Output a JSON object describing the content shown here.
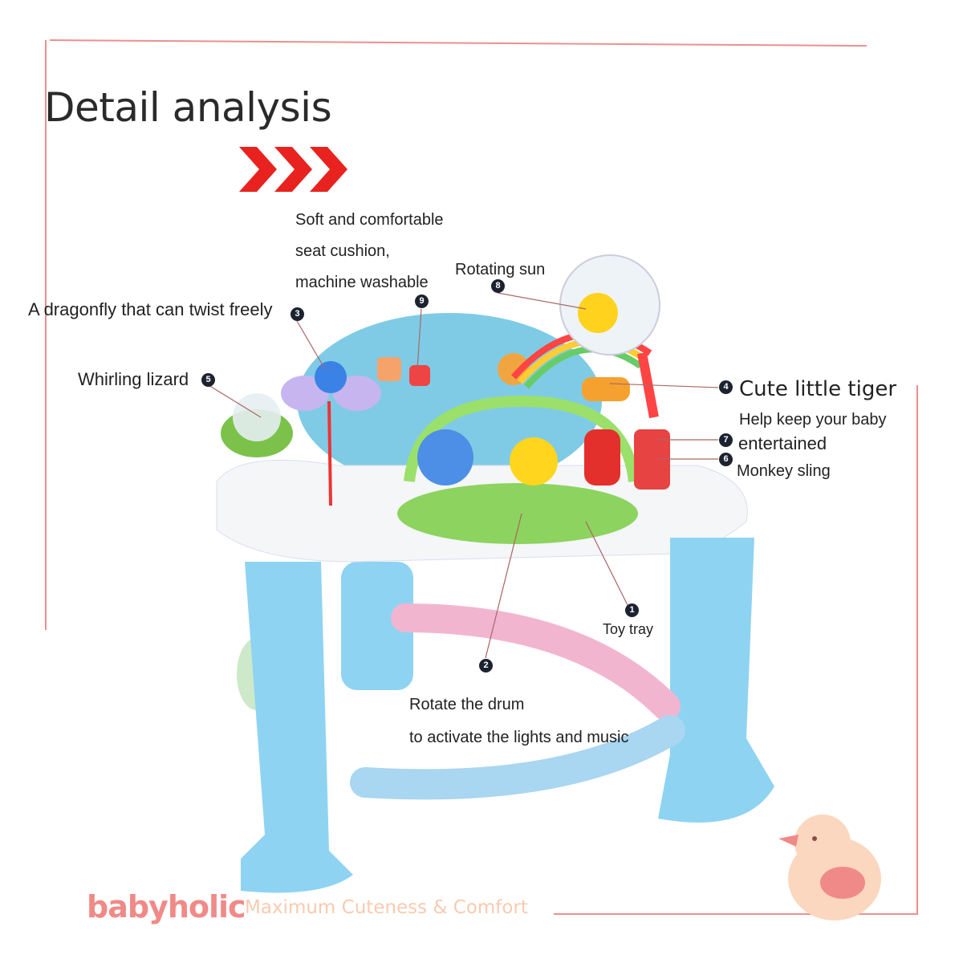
{
  "title": "Detail analysis",
  "labels": {
    "seat_cushion": [
      "Soft and comfortable",
      "seat cushion,",
      "machine washable"
    ],
    "rotating_sun": "Rotating sun",
    "dragonfly": "A dragonfly that can twist freely",
    "lizard": "Whirling lizard",
    "tiger": "Cute little tiger",
    "help": "Help keep your baby",
    "entertained": "entertained",
    "monkey": "Monkey sling",
    "toy_tray": "Toy tray",
    "drum": [
      "Rotate the drum",
      "to activate the lights and music"
    ]
  },
  "badges": {
    "toy_tray": "1",
    "drum": "2",
    "dragonfly": "3",
    "tiger": "4",
    "lizard": "5",
    "monkey": "6",
    "entertained": "7",
    "sun": "8",
    "seat": "9"
  },
  "brand": {
    "name": "babyholic",
    "slogan": "Maximum Cuteness & Comfort"
  },
  "colors": {
    "frame": "#ee8f8f",
    "arrows": "#e8231f",
    "brand": "#f08a88",
    "slogan": "#f7cbb0",
    "leg": "#8fd3f2"
  }
}
